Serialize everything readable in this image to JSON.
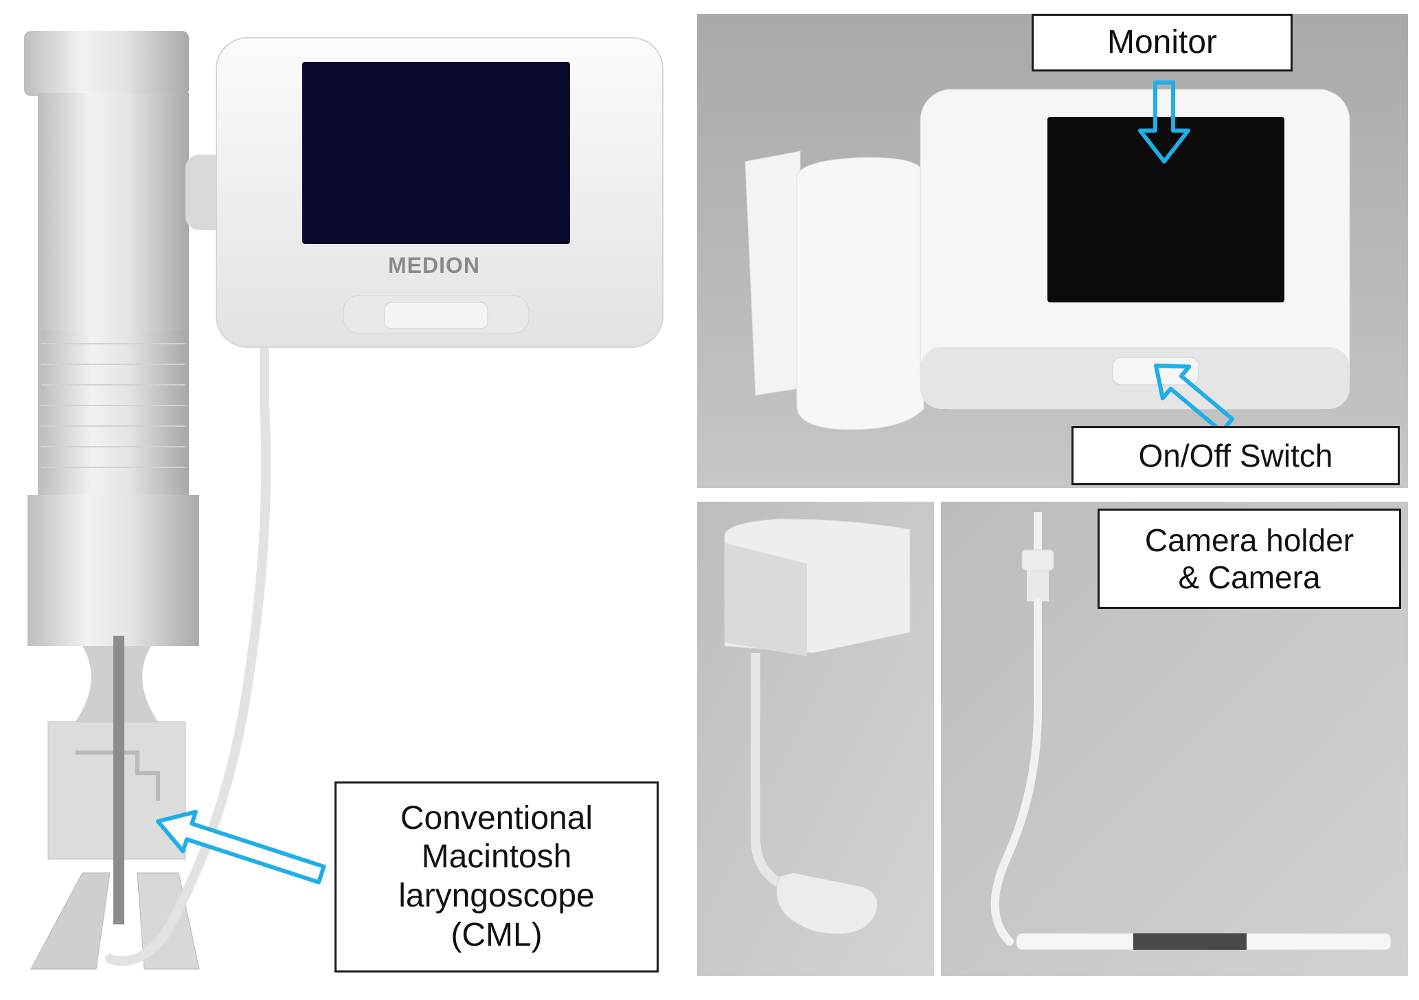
{
  "labels": {
    "cml": "Conventional\nMacintosh\nlaryngoscope\n(CML)",
    "monitor": "Monitor",
    "switch": "On/Off Switch",
    "camera": "Camera holder\n& Camera"
  },
  "device": {
    "brand": "MEDION"
  },
  "colors": {
    "arrow": "#1eaee8",
    "panel_gray": "#b9b9b9",
    "screen": "#0a0a2e"
  }
}
